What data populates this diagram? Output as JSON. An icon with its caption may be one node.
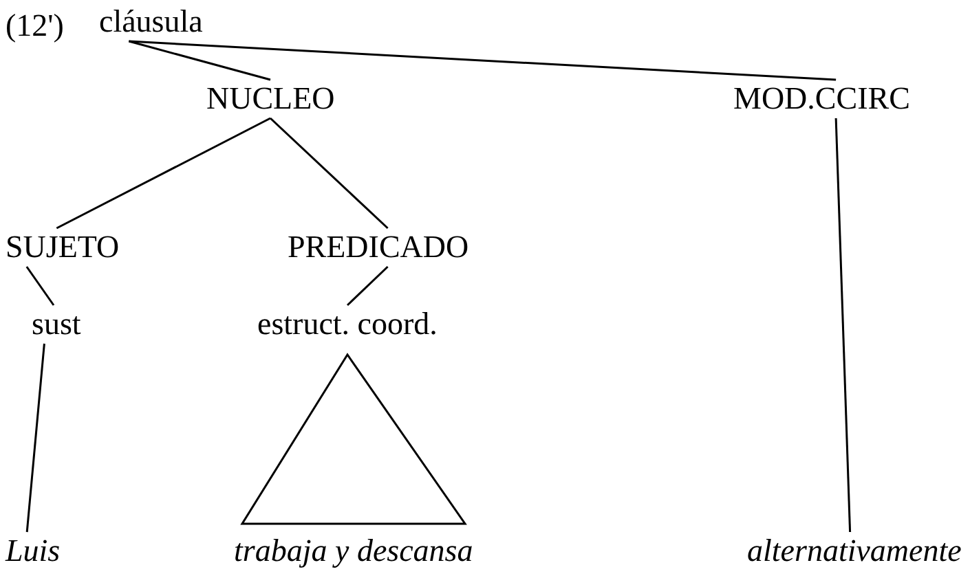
{
  "diagram": {
    "nodes": [
      {
        "text": [
          "cláusula"
        ]
      },
      {
        "text": [
          "NUCLEO"
        ]
      },
      {
        "text": [
          "MOD.CCIRC"
        ]
      },
      {
        "text": [
          "SUJETO"
        ]
      },
      {
        "text": [
          "PREDICADO"
        ]
      },
      {
        "text": [
          "sust"
        ]
      },
      {
        "text": [
          "estruct. coord."
        ]
      },
      {
        "text": [
          "Luis"
        ]
      },
      {
        "text": [
          "trabaja y descansa"
        ]
      },
      {
        "text": [
          "alternativamente"
        ]
      }
    ],
    "edges": [
      {
        "from": 0,
        "to": 1,
        "arrow": "none"
      },
      {
        "from": 0,
        "to": 2,
        "arrow": "none"
      },
      {
        "from": 1,
        "to": 3,
        "arrow": "none"
      },
      {
        "from": 1,
        "to": 4,
        "arrow": "none"
      },
      {
        "from": 3,
        "to": 5,
        "arrow": "none"
      },
      {
        "from": 4,
        "to": 6,
        "arrow": "none"
      },
      {
        "from": 5,
        "to": 7,
        "arrow": "none"
      },
      {
        "from": 6,
        "to": 8,
        "arrow": "none"
      },
      {
        "from": 2,
        "to": 9,
        "arrow": "none"
      }
    ],
    "labels": [
      "(12')"
    ]
  }
}
